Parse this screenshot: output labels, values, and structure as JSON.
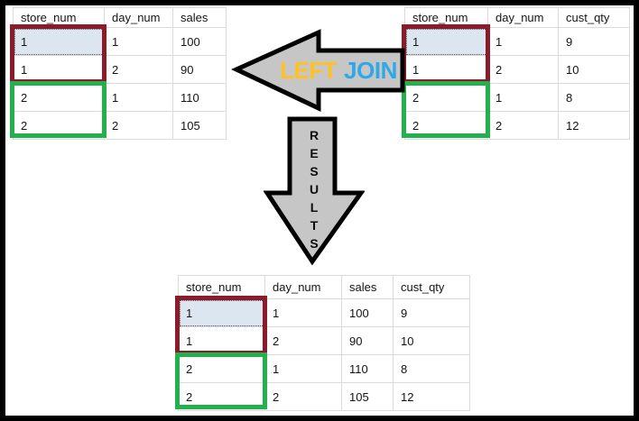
{
  "left_table": {
    "columns": [
      "store_num",
      "day_num",
      "sales"
    ],
    "rows": [
      [
        "1",
        "1",
        "100"
      ],
      [
        "1",
        "2",
        "90"
      ],
      [
        "2",
        "1",
        "110"
      ],
      [
        "2",
        "2",
        "105"
      ]
    ]
  },
  "right_table": {
    "columns": [
      "store_num",
      "day_num",
      "cust_qty"
    ],
    "rows": [
      [
        "1",
        "1",
        "9"
      ],
      [
        "1",
        "2",
        "10"
      ],
      [
        "2",
        "1",
        "8"
      ],
      [
        "2",
        "2",
        "12"
      ]
    ]
  },
  "result_table": {
    "columns": [
      "store_num",
      "day_num",
      "sales",
      "cust_qty"
    ],
    "rows": [
      [
        "1",
        "1",
        "100",
        "9"
      ],
      [
        "1",
        "2",
        "90",
        "10"
      ],
      [
        "2",
        "1",
        "110",
        "8"
      ],
      [
        "2",
        "2",
        "105",
        "12"
      ]
    ]
  },
  "join_arrow": {
    "word_left": "LEFT",
    "word_right": "JOIN"
  },
  "results_arrow": {
    "letters": [
      "R",
      "E",
      "S",
      "U",
      "L",
      "T",
      "S"
    ]
  },
  "colors": {
    "store1_match_box": "#8B1B2B",
    "store2_match_box": "#22B14C",
    "arrow_fill": "#C6C6C6",
    "arrow_outline": "#000000",
    "left_word": "#FFC222",
    "join_word": "#2FA8E8",
    "selected_cell_bg": "#DCE6F1",
    "grid_line": "#DBDBDB"
  }
}
